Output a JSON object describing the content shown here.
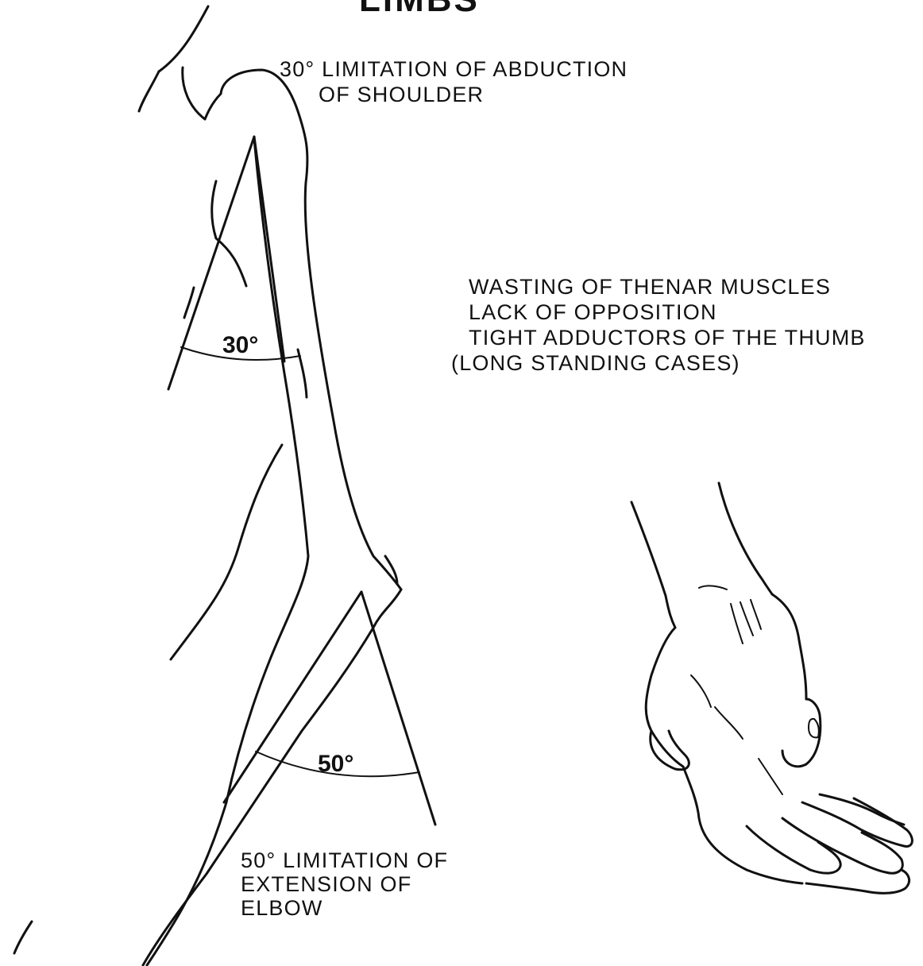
{
  "title": "LIMBS",
  "shoulder_label": {
    "line1": "30° LIMITATION OF ABDUCTION",
    "line2": "OF SHOULDER"
  },
  "shoulder_angle": "30°",
  "hand_label": {
    "line1": "WASTING  OF  THENAR  MUSCLES",
    "line2": "LACK OF OPPOSITION",
    "line3": "TIGHT  ADDUCTORS OF  THE  THUMB",
    "line4": "(LONG  STANDING CASES)"
  },
  "elbow_angle": "50°",
  "elbow_label": {
    "line1": "50° LIMITATION  OF",
    "line2": "EXTENSION  OF",
    "line3": "ELBOW"
  }
}
